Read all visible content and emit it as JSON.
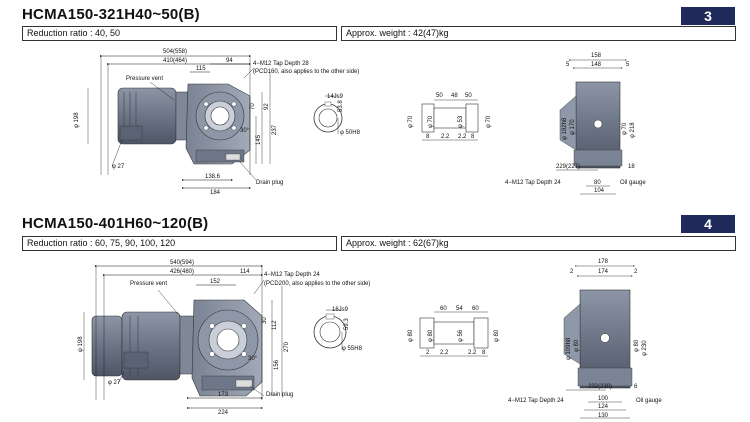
{
  "sections": [
    {
      "title": "HCMA150-321H40~50(B)",
      "number": "3",
      "reduction": "Reduction ratio : 40, 50",
      "weight": "Approx. weight : 42(47)kg",
      "dims": {
        "d1": "504(558)",
        "d2": "410(464)",
        "d3": "94",
        "d4": "115",
        "tap": "4−M12 Tap Depth 28",
        "pcd": "(PCD160, also applies to the other side)",
        "pv": "Pressure vent",
        "phi_body": "φ 198",
        "phi_small": "φ 27",
        "h1": "70",
        "h2": "92",
        "h3": "145",
        "h4": "237",
        "ang": "30°",
        "w1": "138.6",
        "w2": "184",
        "drain": "Drain plug",
        "key": "14Js9",
        "hole": "φ 50H8",
        "k53": "53.8",
        "s1": "50",
        "s2": "48",
        "s3": "50",
        "s4": "8",
        "s5": "2.2",
        "s6": "2.2",
        "s7": "8",
        "sp1": "φ 70",
        "sp2": "φ 70",
        "sp3": "φ 53",
        "sp4": "φ 70",
        "r1": "158",
        "r2": "148",
        "r3": "5",
        "r4": "5",
        "rp1": "φ 192h8",
        "rp2": "φ 170",
        "rp3": "φ 70",
        "rp4": "φ 218",
        "rtap": "4−M12 Tap Depth 24",
        "r229": "229(227)",
        "r18": "18",
        "r80": "80",
        "r104": "104",
        "oil": "Oil gauge"
      }
    },
    {
      "title": "HCMA150-401H60~120(B)",
      "number": "4",
      "reduction": "Reduction ratio : 60, 75, 90, 100, 120",
      "weight": "Approx. weight : 62(67)kg",
      "dims": {
        "d1": "540(594)",
        "d2": "426(480)",
        "d3": "114",
        "d4": "152",
        "tap": "4−M12 Tap Depth 24",
        "pcd": "(PCD200, also applies to the other side)",
        "pv": "Pressure vent",
        "phi_body": "φ 198",
        "phi_small": "φ 27",
        "h1": "112",
        "h2": "30",
        "h3": "156",
        "h4": "270",
        "ang": "30°",
        "w1": "173",
        "w2": "224",
        "drain": "Drain plug",
        "key": "16Js9",
        "hole": "φ 55H8",
        "k53": "59.3",
        "s1": "60",
        "s2": "54",
        "s3": "60",
        "s4": "2",
        "s5": "2.2",
        "s6": "2.2",
        "s7": "8",
        "sp1": "φ 80",
        "sp2": "φ 80",
        "sp3": "φ 56",
        "sp4": "φ 80",
        "r1": "178",
        "r2": "174",
        "r3": "2",
        "r4": "2",
        "rp1": "φ 109h8",
        "rp2": "φ 80",
        "rp3": "φ 80",
        "rp4": "φ 230",
        "rtap": "4−M12 Tap Depth 24",
        "r229": "232(230)",
        "r18": "6",
        "r80": "100",
        "r104": "124",
        "r130": "130",
        "oil": "Oil gauge"
      }
    }
  ]
}
